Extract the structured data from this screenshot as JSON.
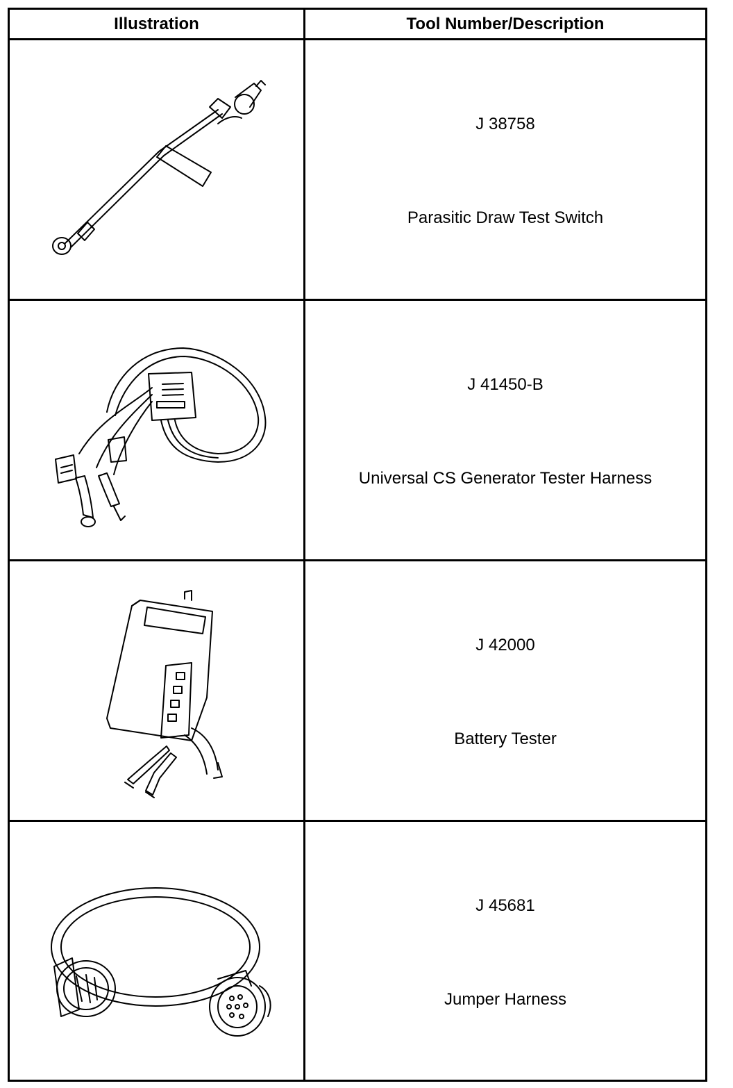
{
  "table": {
    "headers": [
      "Illustration",
      "Tool Number/Description"
    ],
    "rows": [
      {
        "number": "J 38758",
        "description": "Parasitic Draw Test Switch",
        "icon": "parasitic-draw-test-switch-illustration"
      },
      {
        "number": "J 41450-B",
        "description": "Universal CS Generator Tester Harness",
        "icon": "generator-tester-harness-illustration"
      },
      {
        "number": "J 42000",
        "description": "Battery Tester",
        "icon": "battery-tester-illustration"
      },
      {
        "number": "J 45681",
        "description": "Jumper Harness",
        "icon": "jumper-harness-illustration"
      }
    ]
  }
}
